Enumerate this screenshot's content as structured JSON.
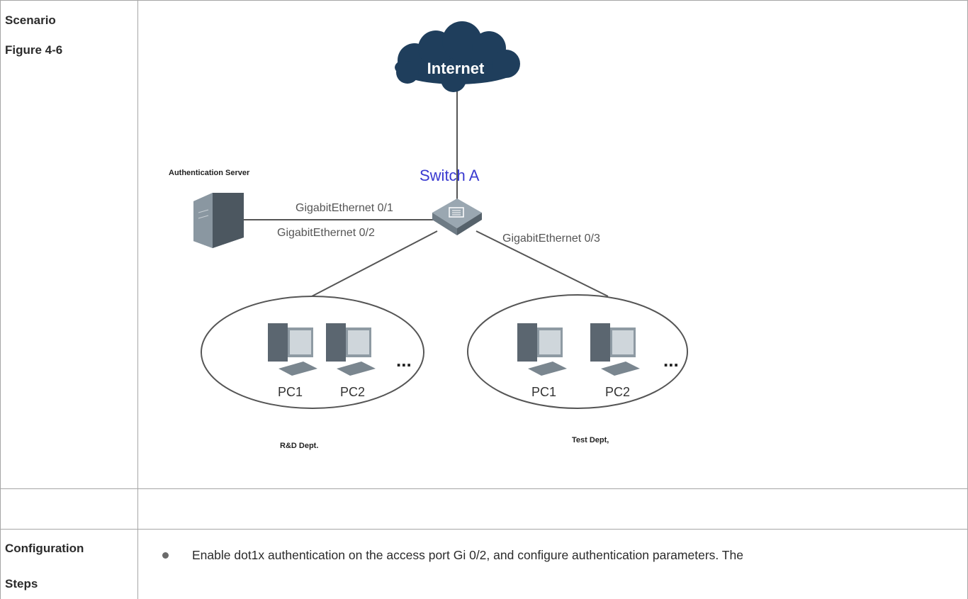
{
  "scenario_row": {
    "label_line1": "Scenario",
    "label_line2": "Figure 4-6"
  },
  "diagram": {
    "internet_label": "Internet",
    "switch_label": "Switch A",
    "auth_server_label": "Authentication Server",
    "port1_label": "GigabitEthernet 0/1",
    "port2_label": "GigabitEthernet 0/2",
    "port3_label": "GigabitEthernet 0/3",
    "left_group": {
      "pc1": "PC1",
      "pc2": "PC2",
      "ellipsis": "...",
      "dept": "R&D Dept."
    },
    "right_group": {
      "pc1": "PC1",
      "pc2": "PC2",
      "ellipsis": "...",
      "dept": "Test Dept,"
    },
    "colors": {
      "cloud": "#1f3e5c",
      "switch_label": "#3a3ad0",
      "line": "#555555"
    }
  },
  "config_row": {
    "label_line1": "Configuration",
    "label_line2": "Steps",
    "step1": "Enable dot1x authentication on the access port Gi 0/2, and configure authentication parameters. The"
  }
}
